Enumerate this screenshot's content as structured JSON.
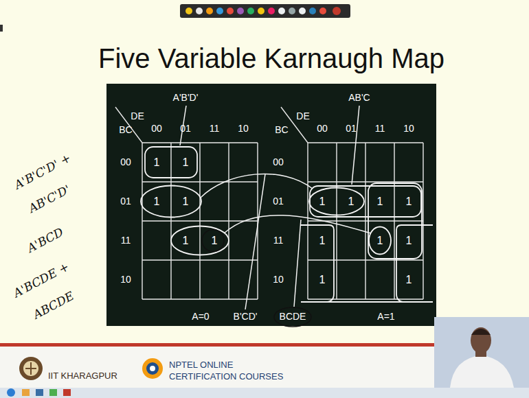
{
  "diagram": {
    "title": "Five Variable Karnaugh Map",
    "labels": [
      "A'B'C'D' +",
      "AB'C'D'",
      "A'BCD",
      "A'BCDE +",
      "ABCDE",
      "DE",
      "BC",
      "00",
      "01",
      "11",
      "10",
      "00",
      "01",
      "11",
      "10",
      "1",
      "1",
      "1",
      "1",
      "1",
      "1",
      "A'B'D'",
      "A=0",
      "B'CD'",
      "DE",
      "BC",
      "00",
      "01",
      "11",
      "10",
      "00",
      "01",
      "11",
      "10",
      "1",
      "1",
      "1",
      "1",
      "1",
      "1",
      "1",
      "1",
      "1",
      "AB'C",
      "BCDE",
      "A=1",
      "IIT KHARAGPUR",
      "NPTEL ONLINE",
      "CERTIFICATION COURSES"
    ]
  }
}
